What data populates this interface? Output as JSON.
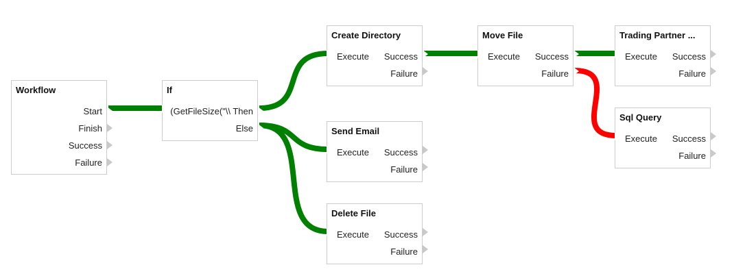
{
  "colors": {
    "success": "#008000",
    "failure": "#ff0000",
    "border": "#cccccc",
    "port": "#c9c9c9"
  },
  "nodes": {
    "workflow": {
      "title": "Workflow",
      "ports": {
        "start": "Start",
        "finish": "Finish",
        "success": "Success",
        "failure": "Failure"
      }
    },
    "if": {
      "title": "If",
      "ports": {
        "condition": "(GetFileSize(\"\\\\ Then",
        "else": "Else"
      }
    },
    "create_directory": {
      "title": "Create Directory",
      "ports": {
        "execute": "Execute",
        "success": "Success",
        "failure": "Failure"
      }
    },
    "send_email": {
      "title": "Send Email",
      "ports": {
        "execute": "Execute",
        "success": "Success",
        "failure": "Failure"
      }
    },
    "delete_file": {
      "title": "Delete File",
      "ports": {
        "execute": "Execute",
        "success": "Success",
        "failure": "Failure"
      }
    },
    "move_file": {
      "title": "Move File",
      "ports": {
        "execute": "Execute",
        "success": "Success",
        "failure": "Failure"
      }
    },
    "trading_partner": {
      "title": "Trading Partner ...",
      "ports": {
        "execute": "Execute",
        "success": "Success",
        "failure": "Failure"
      }
    },
    "sql_query": {
      "title": "Sql Query",
      "ports": {
        "execute": "Execute",
        "success": "Success",
        "failure": "Failure"
      }
    }
  }
}
